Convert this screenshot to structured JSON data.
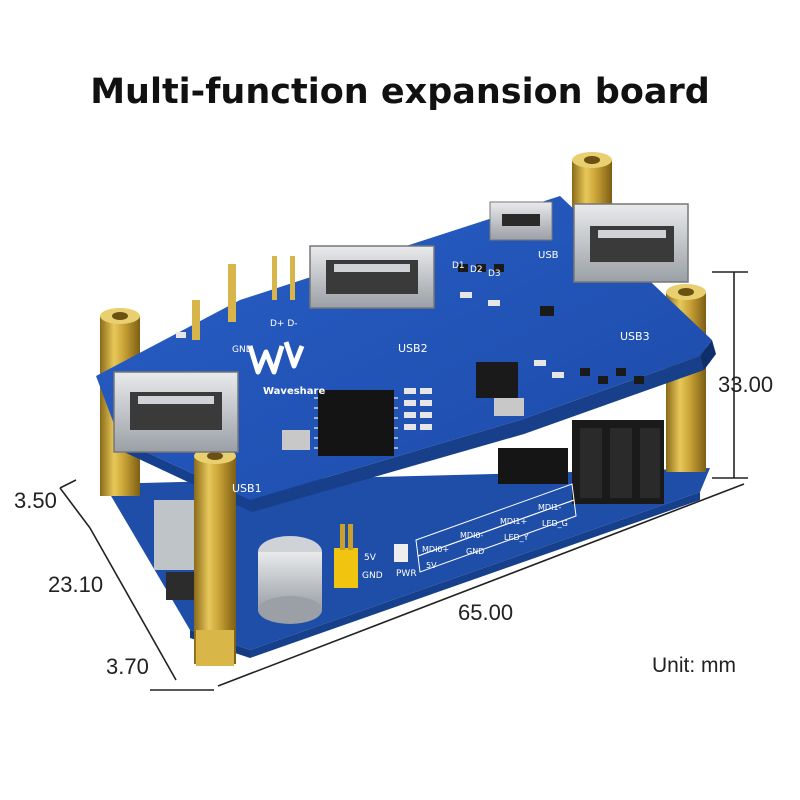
{
  "title": "Multi-function expansion board",
  "dimensions": {
    "height_total": "33.00",
    "top_offset": "3.50",
    "middle": "23.10",
    "bottom_offset": "3.70",
    "length": "65.00"
  },
  "unit_label": "Unit: mm",
  "board_labels": {
    "brand": "Waveshare",
    "usb1": "USB1",
    "usb2": "USB2",
    "usb3": "USB3",
    "usb": "USB",
    "gnd_top": "GND",
    "d_pins": "D+ D-",
    "d1": "D1",
    "d2": "D2",
    "d3": "D3",
    "mdi0_plus": "MDI0+",
    "mdi0_minus": "MDI0-",
    "mdi1_plus": "MDI1+",
    "mdi1_minus": "MDI1-",
    "pin_5v": "5V",
    "pin_gnd": "GND",
    "led_y": "LED_Y",
    "led_g": "LED_G",
    "v5": "5V",
    "gnd_bottom": "GND",
    "pwr": "PWR"
  }
}
